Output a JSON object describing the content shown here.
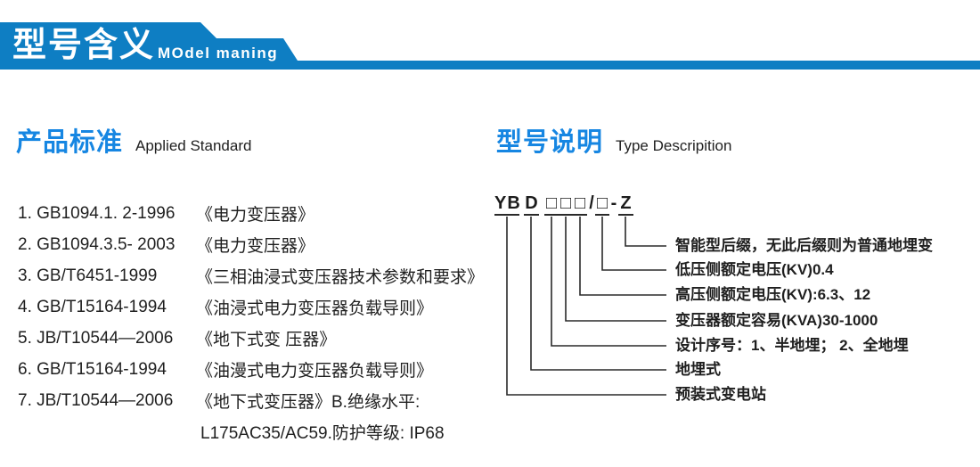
{
  "banner": {
    "title": "型号含义",
    "subtitle": "MOdel maning"
  },
  "left_section": {
    "heading_cn": "产品标准",
    "heading_en": "Applied Standard",
    "standards": [
      {
        "code": "1. GB1094.1. 2-1996",
        "title": "《电力变压器》"
      },
      {
        "code": "2. GB1094.3.5- 2003",
        "title": "《电力变压器》"
      },
      {
        "code": "3. GB/T6451-1999",
        "title": "《三相油浸式变压器技术参数和要求》"
      },
      {
        "code": "4. GB/T15164-1994",
        "title": "《油浸式电力变压器负载导则》"
      },
      {
        "code": "5. JB/T10544—2006",
        "title": "《地下式变 压器》"
      },
      {
        "code": "6. GB/T15164-1994",
        "title": "《油漫式电力变压器负载导则》"
      },
      {
        "code": "7. JB/T10544—2006",
        "title": "《地下式变压器》B.绝缘水平:"
      }
    ],
    "continuation": "L175AC35/AC59.防护等级: IP68"
  },
  "right_section": {
    "heading_cn": "型号说明",
    "heading_en": "Type Descripition",
    "model_code": {
      "segments": [
        "YB",
        "D",
        "□",
        "□",
        "□",
        "/",
        "□",
        "-",
        "Z"
      ]
    },
    "labels": [
      "智能型后缀，无此后缀则为普通地埋变",
      "低压侧额定电压(KV)0.4",
      "高压侧额定电压(KV):6.3、12",
      "变压器额定容易(KVA)30-1000",
      "设计序号：1、半地埋； 2、全地埋",
      "地埋式",
      "预装式变电站"
    ]
  },
  "colors": {
    "banner_blue": "#0e7ec3",
    "heading_blue": "#1686e2",
    "text": "#1f1f1f",
    "line": "#2a2a2a"
  }
}
